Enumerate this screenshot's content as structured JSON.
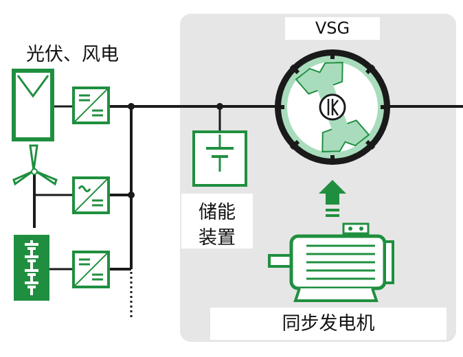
{
  "labels": {
    "pv_wind": "光伏、风电",
    "vsg": "VSG",
    "storage_line1": "储能",
    "storage_line2": "装置",
    "sync_generator": "同步发电机"
  },
  "colors": {
    "panel_bg": "#e6e6e6",
    "green": "#1f8f3f",
    "light_green": "#a9dcbd",
    "line": "#1a1a1a"
  },
  "icons": {
    "pv": "solar-panel-icon",
    "wind": "wind-turbine-icon",
    "battery": "battery-stack-icon",
    "dcdc": "dc-dc-converter-icon",
    "acdc": "ac-dc-converter-icon",
    "storage": "capacitor-icon",
    "rotor": "vsg-rotor-icon",
    "arrow": "up-arrow-icon",
    "motor": "motor-icon"
  }
}
